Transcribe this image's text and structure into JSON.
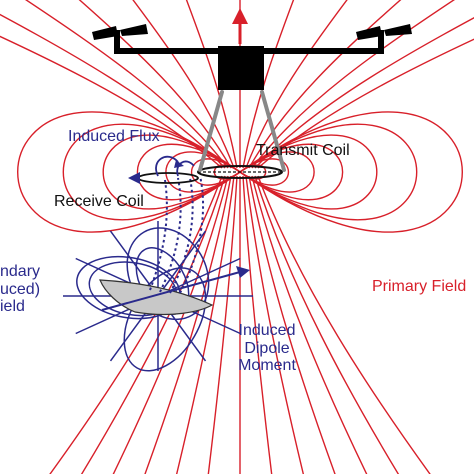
{
  "labels": {
    "induced_flux": "Induced Flux",
    "transmit_coil": "Transmit Coil",
    "receive_coil": "Receive Coil",
    "secondary_field_line1": "ndary",
    "secondary_field_line2": "uced)",
    "secondary_field_line3": "ield",
    "primary_field": "Primary Field",
    "induced_dipole_line1": "Induced",
    "induced_dipole_line2": "Dipole",
    "induced_dipole_line3": "Moment"
  },
  "colors": {
    "primary_field": "#d8202a",
    "secondary_field": "#2a2a8c",
    "drone_body": "#000000",
    "support_struts": "#888888",
    "target_object": "#c8c8c8",
    "lift_arrow": "#d8202a"
  },
  "icons": {
    "drone": "drone-icon",
    "lift": "up-arrow-icon",
    "target": "buried-object-icon"
  }
}
